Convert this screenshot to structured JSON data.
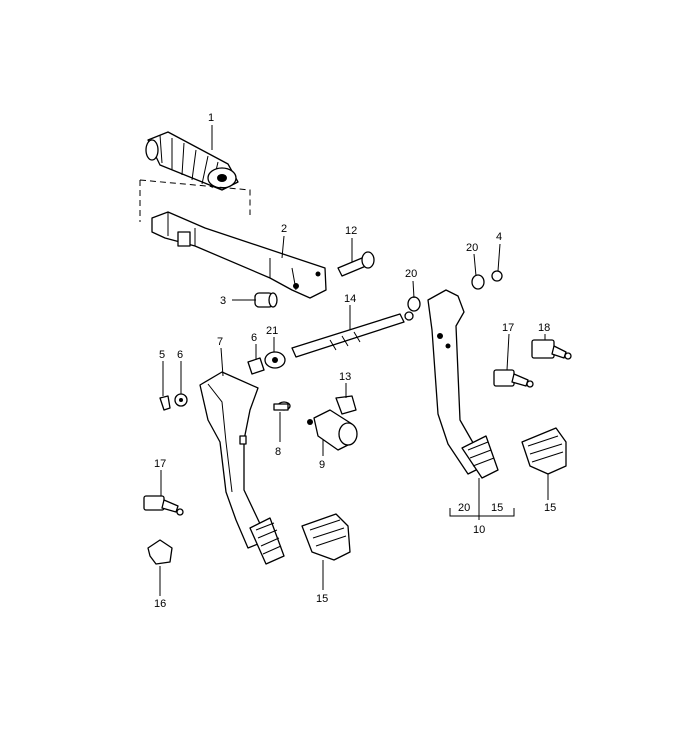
{
  "callouts": {
    "c1": "1",
    "c2": "2",
    "c3": "3",
    "c4": "4",
    "c5": "5",
    "c6a": "6",
    "c6b": "6",
    "c7": "7",
    "c8": "8",
    "c9": "9",
    "c10": "10",
    "c12": "12",
    "c13": "13",
    "c14": "14",
    "c15a": "15",
    "c15b": "15",
    "c15c": "15",
    "c16": "16",
    "c17a": "17",
    "c17b": "17",
    "c18": "18",
    "c20a": "20",
    "c20b": "20",
    "c20c": "20",
    "c21": "21"
  },
  "colors": {
    "ink": "#000000",
    "paper": "#ffffff"
  }
}
